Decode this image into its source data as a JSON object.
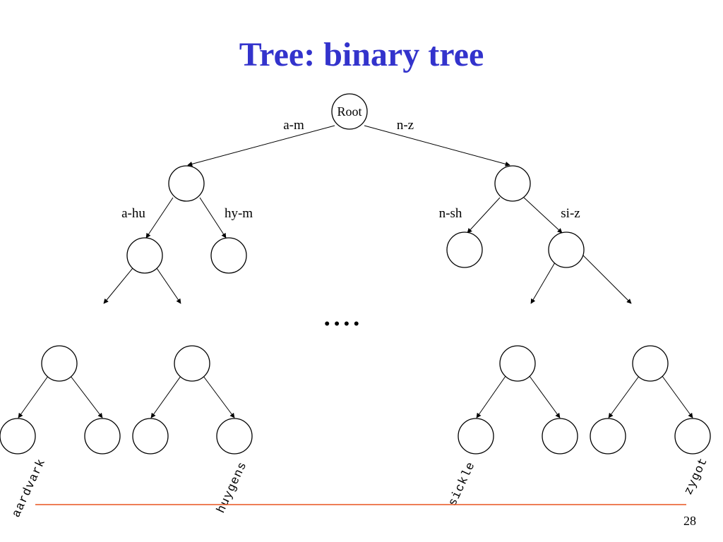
{
  "slide": {
    "title": "Tree: binary tree",
    "page_number": "28"
  },
  "colors": {
    "title": "#3333CC",
    "baseline": "#E8531E",
    "ink": "#000000"
  },
  "tree": {
    "root_label": "Root",
    "edge_labels": {
      "root_left": "a-m",
      "root_right": "n-z",
      "l_left": "a-hu",
      "l_right": "hy-m",
      "r_left": "n-sh",
      "r_right": "si-z"
    },
    "ellipsis": "• • • •",
    "leaf_labels": {
      "first": "aardvark",
      "second": "huygens",
      "third": "sickle",
      "fourth": "zygot"
    }
  }
}
